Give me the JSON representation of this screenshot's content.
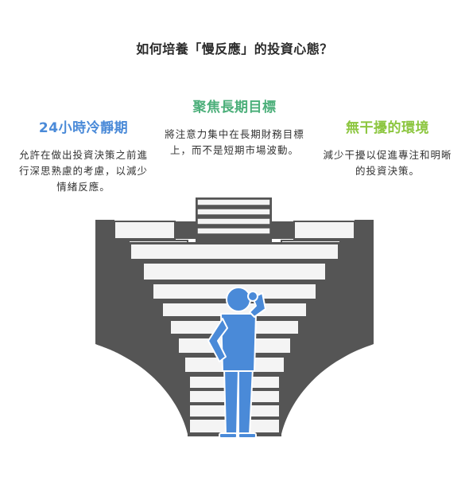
{
  "title": "如何培養「慢反應」的投資心態？",
  "blocks": {
    "left": {
      "title": "24小時冷靜期",
      "text": "允許在做出投資決策之前進行深思熟慮的考慮，以減少情緒反應。",
      "color": "#4a8ad8"
    },
    "center": {
      "title": "聚焦長期目標",
      "text": "將注意力集中在長期財務目標上，而不是短期市場波動。",
      "color": "#4caf7a"
    },
    "right": {
      "title": "無干擾的環境",
      "text": "減少干擾以促進專注和明晰的投資決策。",
      "color": "#8cc63f"
    }
  },
  "colors": {
    "stairs_dark": "#555555",
    "stairs_light": "#f4f4f4",
    "person": "#4a8ad8"
  }
}
